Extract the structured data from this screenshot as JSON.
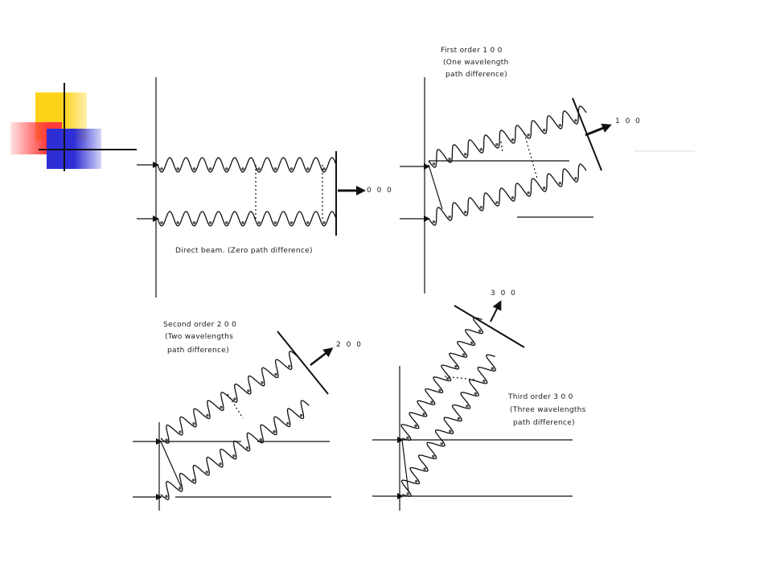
{
  "theme": {
    "square_yellow": "#FFD21A",
    "square_red": "#FF3B3B",
    "square_blue": "#2E2ED6",
    "line_color": "#111111"
  },
  "panels": {
    "p000": {
      "order_label": "0 0 0",
      "caption": "Direct beam. (Zero path difference)"
    },
    "p100": {
      "order_label": "1 0 0",
      "caption_line1": "First order 1 0 0",
      "caption_line2": "(One wavelength",
      "caption_line3": "path difference)"
    },
    "p200": {
      "order_label": "2 0 0",
      "caption_line1": "Second order 2 0 0",
      "caption_line2": "(Two wavelengths",
      "caption_line3": "path difference)"
    },
    "p300": {
      "order_label": "3 0 0",
      "caption_line1": "Third order 3 0 0",
      "caption_line2": "(Three wavelengths",
      "caption_line3": "path difference)"
    }
  }
}
